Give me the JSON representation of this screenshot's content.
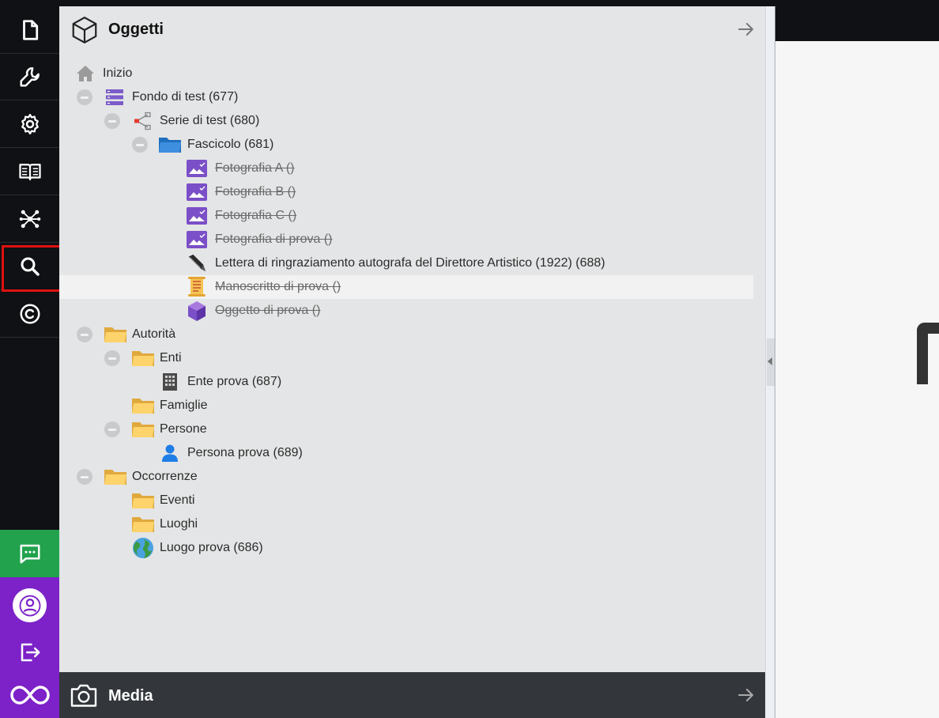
{
  "panel": {
    "title": "Oggetti",
    "icon": "cube-icon"
  },
  "media": {
    "title": "Media",
    "icon": "camera-icon"
  },
  "sidebar": {
    "items": [
      {
        "name": "document"
      },
      {
        "name": "tools"
      },
      {
        "name": "settings"
      },
      {
        "name": "book"
      },
      {
        "name": "network"
      },
      {
        "name": "search",
        "active": true
      },
      {
        "name": "copyright"
      }
    ],
    "chat_color": "#22a24d",
    "user_color": "#7c22c8"
  },
  "tree": {
    "home": "Inizio",
    "fondo": "Fondo di test (677)",
    "serie": "Serie di test (680)",
    "fascicolo": "Fascicolo (681)",
    "foto_a": "Fotografia A ()",
    "foto_b": "Fotografia B ()",
    "foto_c": "Fotografia C ()",
    "foto_prova": "Fotografia di prova ()",
    "lettera": "Lettera di ringraziamento autografa del Direttore Artistico (1922) (688)",
    "manoscritto": "Manoscritto di prova ()",
    "oggetto": "Oggetto di prova ()",
    "autorita": "Autorità",
    "enti": "Enti",
    "ente_prova": "Ente prova (687)",
    "famiglie": "Famiglie",
    "persone": "Persone",
    "persona_prova": "Persona prova (689)",
    "occorrenze": "Occorrenze",
    "eventi": "Eventi",
    "luoghi": "Luoghi",
    "luogo_prova": "Luogo prova (686)"
  }
}
